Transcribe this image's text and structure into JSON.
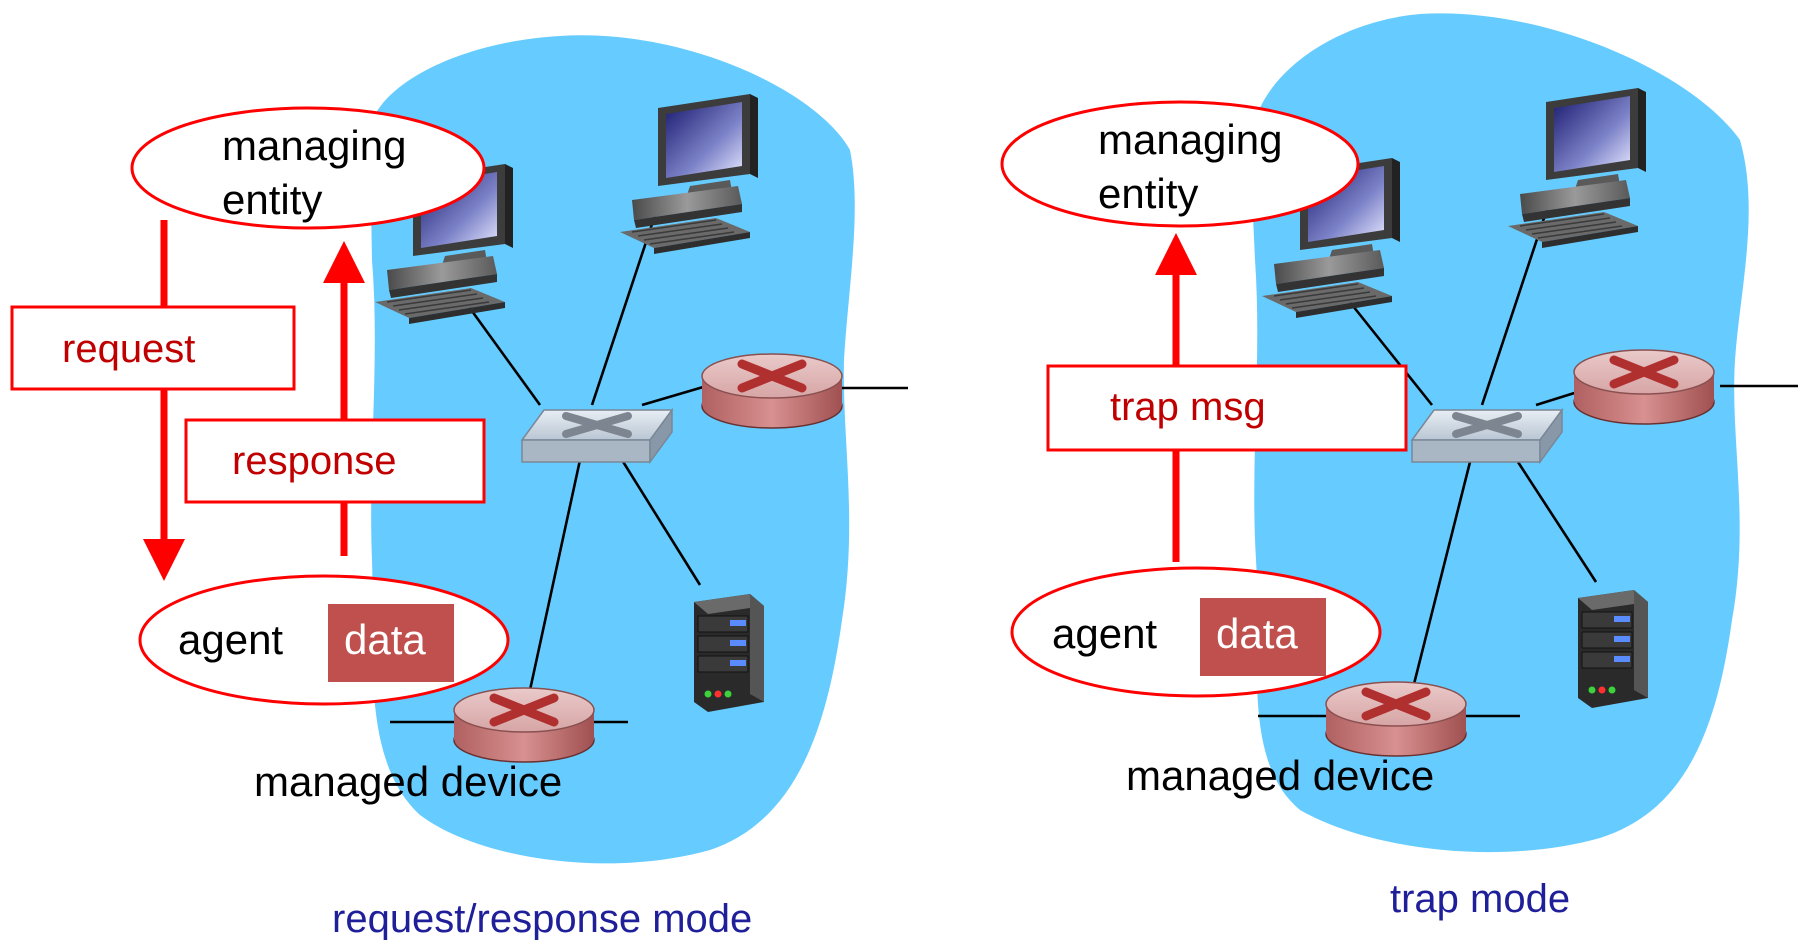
{
  "left_panel": {
    "managing_entity_line1": "managing",
    "managing_entity_line2": "entity",
    "request_label": "request",
    "response_label": "response",
    "agent_label": "agent",
    "data_label": "data",
    "managed_device_label": "managed device",
    "caption": "request/response mode"
  },
  "right_panel": {
    "managing_entity_line1": "managing",
    "managing_entity_line2": "entity",
    "trap_label": "trap msg",
    "agent_label": "agent",
    "data_label": "data",
    "managed_device_label": "managed device",
    "caption": "trap mode"
  },
  "colors": {
    "network_cloud": "#66ccff",
    "arrow_red": "#ff0000",
    "label_red": "#c00000",
    "data_box": "#c0504d",
    "caption_blue": "#1f1f9a"
  },
  "icons": [
    "desktop-computer-icon",
    "switch-icon",
    "router-icon",
    "server-icon"
  ]
}
